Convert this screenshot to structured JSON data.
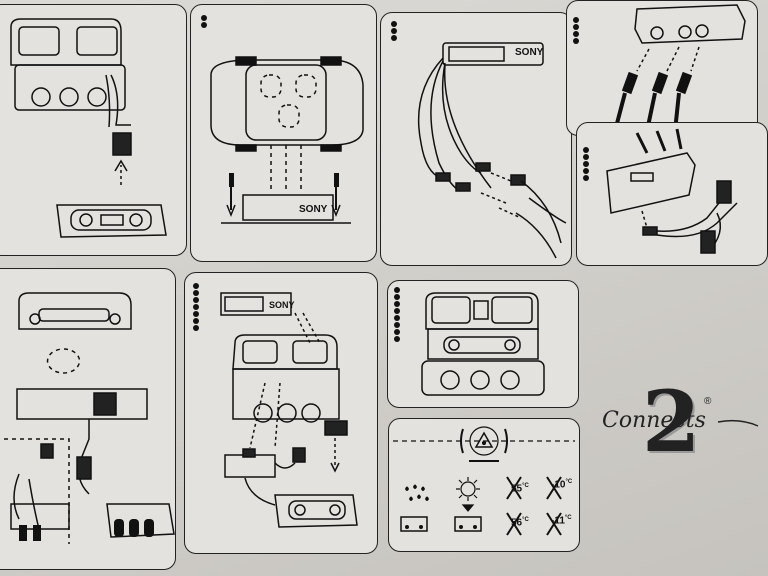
{
  "brand": {
    "radio_label": "SONY"
  },
  "steps": {
    "p2_dots": 2,
    "p3_dots": 3,
    "p4_dots": 4,
    "p5_dots": 5,
    "p7_dots": 7,
    "p8_dots": 8
  },
  "warnings": {
    "max_temp_1": "55",
    "max_temp_2": "56",
    "min_temp_1": "-10",
    "min_temp_2": "-11",
    "unit": "°C"
  },
  "logo": {
    "word": "Connects",
    "numeral": "2",
    "mark": "®"
  },
  "colors": {
    "ink": "#111111",
    "paper": "#e4e2de",
    "background": "#b9b6b1"
  }
}
